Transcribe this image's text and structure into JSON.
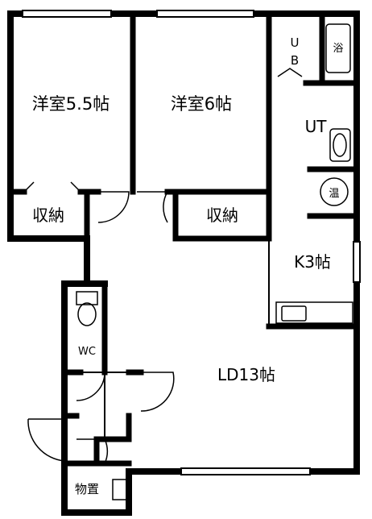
{
  "rooms": {
    "western_room_a": "洋室5.5帖",
    "western_room_b": "洋室6帖",
    "storage_a": "収納",
    "storage_b": "収納",
    "unit_bath_u": "U",
    "unit_bath_b": "B",
    "bath_symbol": "浴",
    "utility": "UT",
    "water_heater_symbol": "温",
    "kitchen": "K3帖",
    "toilet": "WC",
    "living_dining": "LD13帖",
    "storeroom": "物置"
  }
}
